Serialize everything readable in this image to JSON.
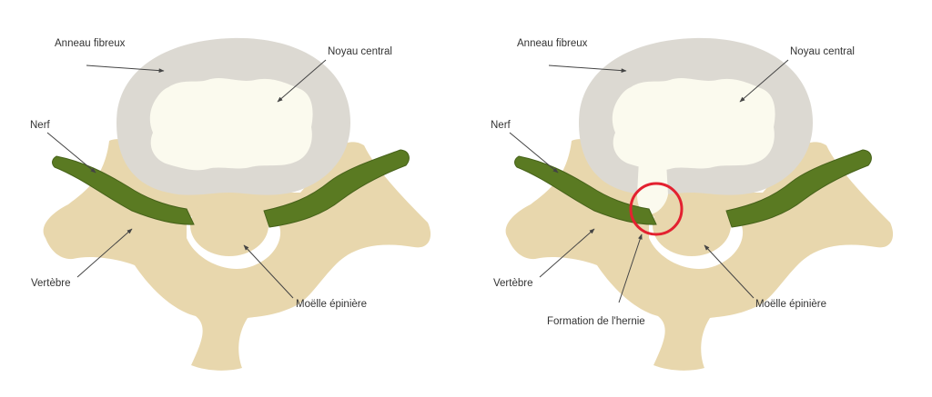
{
  "colors": {
    "bone": "#e8d7ad",
    "annulus": "#dcd9d2",
    "nucleus": "#fbfaee",
    "nerve": "#5a7a22",
    "nerve_outline": "#46621a",
    "highlight": "#e32130",
    "text": "#333333",
    "background": "#ffffff"
  },
  "left_diagram": {
    "labels": {
      "annulus": "Anneau fibreux",
      "nucleus": "Noyau central",
      "nerve": "Nerf",
      "vertebra": "Vertèbre",
      "spinal_cord": "Moëlle épinière"
    }
  },
  "right_diagram": {
    "labels": {
      "annulus": "Anneau fibreux",
      "nucleus": "Noyau central",
      "nerve": "Nerf",
      "vertebra": "Vertèbre",
      "spinal_cord": "Moëlle épinière",
      "hernia": "Formation de l'hernie"
    }
  }
}
